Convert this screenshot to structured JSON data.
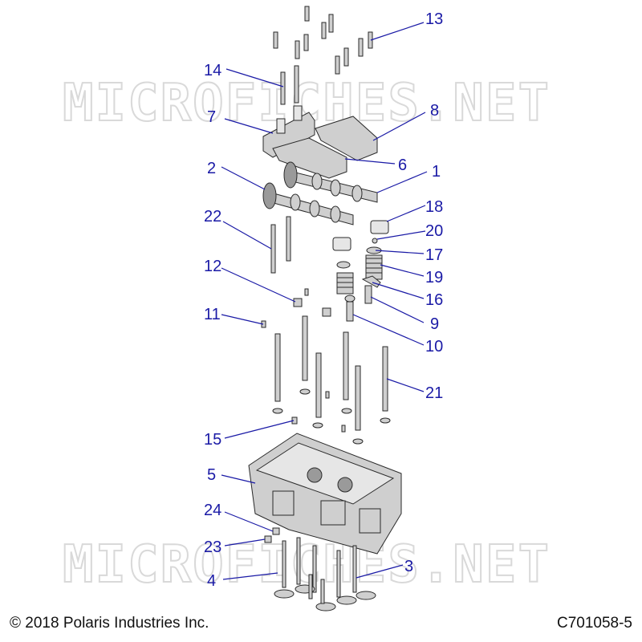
{
  "watermark": "MICROFICHES.NET",
  "footer": {
    "copyright": "© 2018 Polaris Industries Inc.",
    "drawing_id": "C701058-5"
  },
  "callouts": [
    "1",
    "2",
    "3",
    "4",
    "5",
    "6",
    "7",
    "8",
    "9",
    "10",
    "11",
    "12",
    "13",
    "14",
    "15",
    "16",
    "17",
    "18",
    "19",
    "20",
    "21",
    "22",
    "23",
    "24"
  ],
  "colors": {
    "callout": "#1a1aa6",
    "part": "#cfcfcf",
    "watermark": "#d9d9d9"
  }
}
